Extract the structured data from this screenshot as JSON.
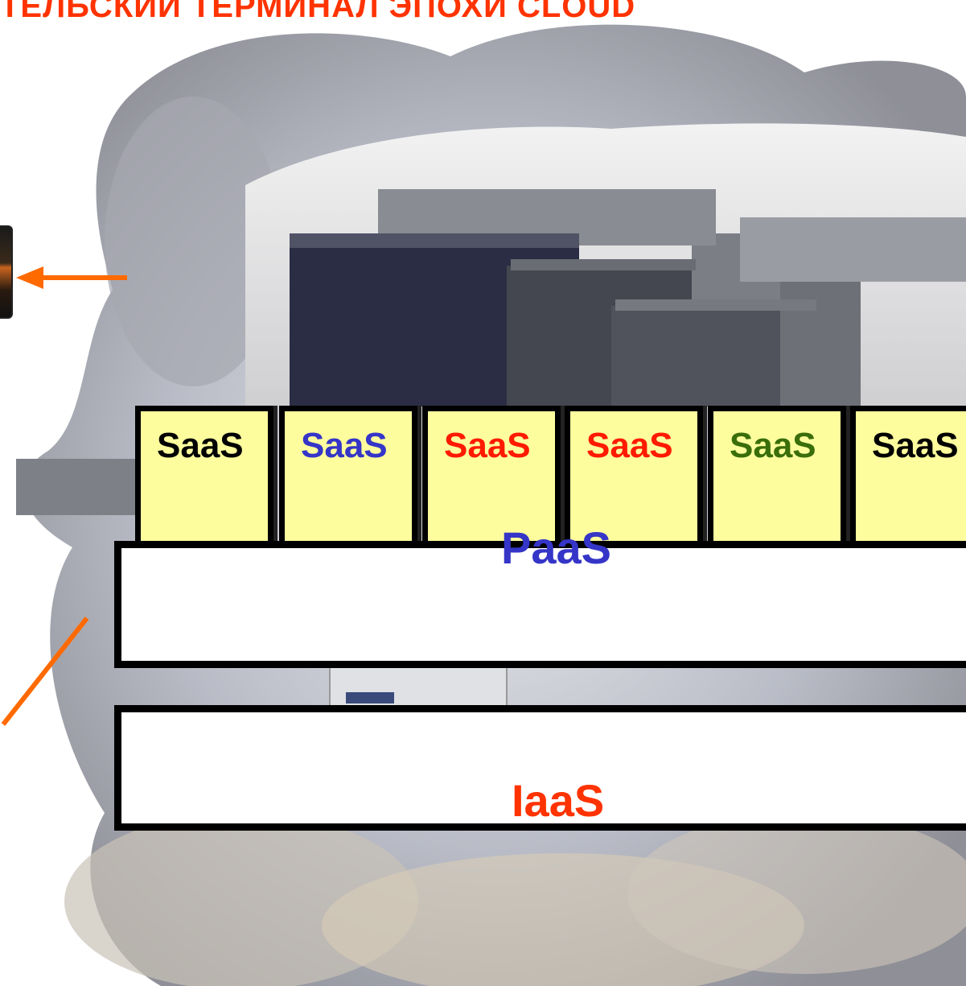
{
  "title": "ТЕЛЬСКИЙ ТЕРМИНАЛ ЭПОХИ CLOUD",
  "saas_boxes": [
    {
      "label": "SaaS",
      "color": "#000000"
    },
    {
      "label": "SaaS",
      "color": "#3535c8"
    },
    {
      "label": "SaaS",
      "color": "#ff1a00"
    },
    {
      "label": "SaaS",
      "color": "#ff1a00"
    },
    {
      "label": "SaaS",
      "color": "#3a6e0a"
    },
    {
      "label": "SaaS",
      "color": "#000000"
    }
  ],
  "paas": {
    "label": "PaaS",
    "color": "#3535c8"
  },
  "iaas": {
    "label": "IaaS",
    "color": "#ff3300"
  },
  "colors": {
    "box_fill": "#fdfd9e",
    "arrow": "#ff6a00"
  }
}
